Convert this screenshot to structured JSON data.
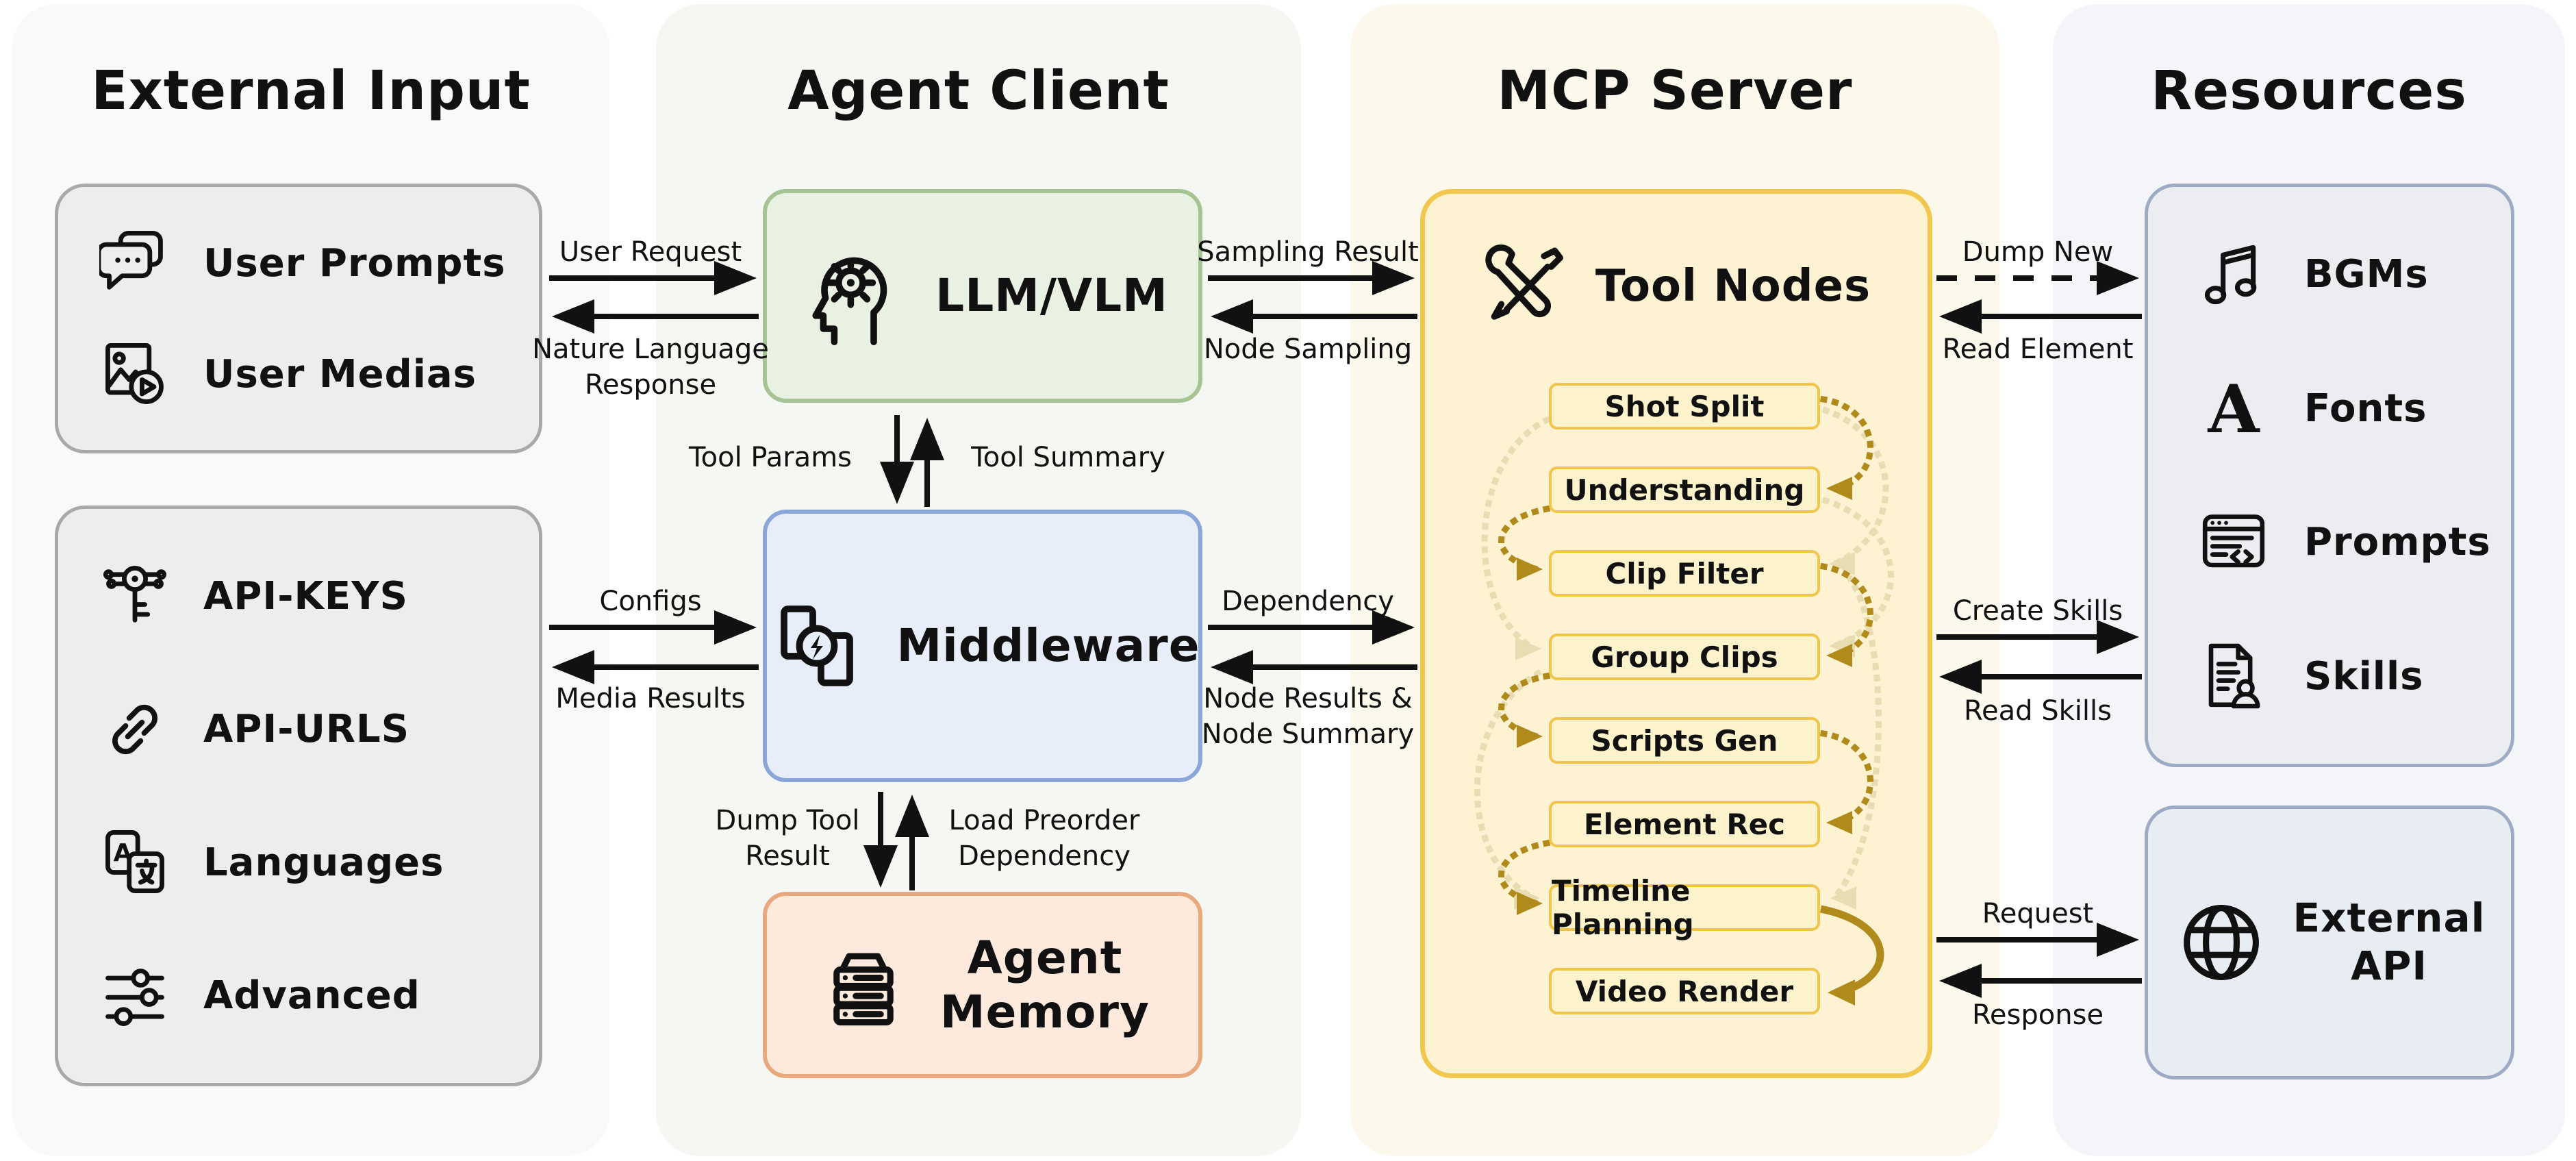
{
  "columns": [
    {
      "title": "External Input"
    },
    {
      "title": "Agent Client"
    },
    {
      "title": "MCP Server"
    },
    {
      "title": "Resources"
    }
  ],
  "external_input": {
    "top_items": [
      "User Prompts",
      "User Medias"
    ],
    "bottom_items": [
      "API-KEYS",
      "API-URLS",
      "Languages",
      "Advanced"
    ]
  },
  "agent_client": {
    "llm_label": "LLM/VLM",
    "middleware_label": "Middleware",
    "memory_label": "Agent\nMemory"
  },
  "mcp_server": {
    "group_label": "Tool Nodes",
    "nodes": [
      "Shot Split",
      "Understanding",
      "Clip Filter",
      "Group Clips",
      "Scripts Gen",
      "Element Rec",
      "Timeline Planning",
      "Video Render"
    ]
  },
  "resources": {
    "items": [
      "BGMs",
      "Fonts",
      "Prompts",
      "Skills"
    ],
    "external_api_label": "External\nAPI"
  },
  "edges": {
    "user_request": "User Request",
    "nature_language_response": "Nature Language\nResponse",
    "configs": "Configs",
    "media_results": "Media Results",
    "tool_params": "Tool Params",
    "tool_summary": "Tool Summary",
    "dump_tool_result": "Dump Tool\nResult",
    "load_preorder_dependency": "Load Preorder\nDependency",
    "sampling_result": "Sampling Result",
    "node_sampling": "Node Sampling",
    "dependency": "Dependency",
    "node_results_summary": "Node Results &\nNode Summary",
    "dump_new": "Dump New",
    "read_element": "Read Element",
    "create_skills": "Create Skills",
    "read_skills": "Read Skills",
    "request": "Request",
    "response": "Response"
  },
  "colors": {
    "col_external_input_bg": "#f9f9f9",
    "col_agent_client_bg": "#f4f7f2",
    "col_mcp_server_bg": "#fdf8ec",
    "col_resources_bg": "#f4f5f8",
    "gray_box_bg": "#ededed",
    "gray_box_border": "#a9a9a9",
    "llm_box_bg": "#e9f1e3",
    "llm_box_border": "#a6c493",
    "middleware_box_bg": "#e7edf9",
    "middleware_box_border": "#8ba7d9",
    "memory_box_bg": "#fdeadc",
    "memory_box_border": "#eaa87e",
    "tool_box_bg": "#fdf3d3",
    "tool_box_border": "#f1c74e",
    "pill_bg": "#fcf2cc",
    "resources_box_bg": "#ebedf1",
    "resources_box_border": "#9dabc4",
    "external_api_box_bg": "#e8edf4",
    "connector_gold": "#b08a1a",
    "connector_faded": "#e7dcb2",
    "arrow_black": "#111111"
  }
}
